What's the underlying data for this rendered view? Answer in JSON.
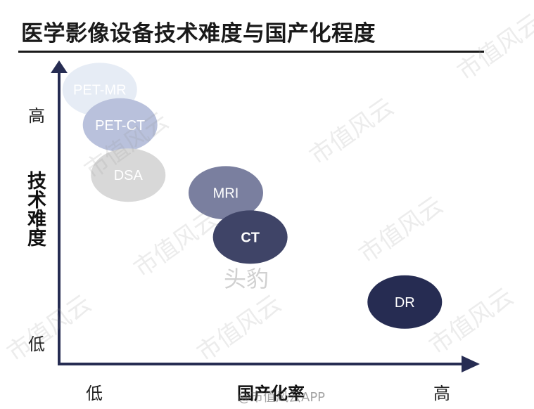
{
  "title": "医学影像设备技术难度与国产化程度",
  "chart_data": {
    "type": "scatter",
    "title": "医学影像设备技术难度与国产化程度",
    "xlabel": "国产化率",
    "ylabel": "技术难度",
    "x_ticks": {
      "low": "低",
      "high": "高"
    },
    "y_ticks": {
      "low": "低",
      "high": "高"
    },
    "xlim": [
      0,
      10
    ],
    "ylim": [
      0,
      10
    ],
    "grid": false,
    "points": [
      {
        "label": "PET-MR",
        "x": 1.0,
        "y": 9.3,
        "color": "#e6ecf5",
        "label_color": "#ffffff"
      },
      {
        "label": "PET-CT",
        "x": 1.5,
        "y": 8.1,
        "color": "#b9c1dc",
        "label_color": "#ffffff"
      },
      {
        "label": "DSA",
        "x": 1.7,
        "y": 6.4,
        "color": "#d8d8d8",
        "label_color": "#ffffff"
      },
      {
        "label": "MRI",
        "x": 4.1,
        "y": 5.8,
        "color": "#7a7f9f",
        "label_color": "#ffffff"
      },
      {
        "label": "CT",
        "x": 4.7,
        "y": 4.3,
        "color": "#3f4467",
        "label_color": "#ffffff"
      },
      {
        "label": "DR",
        "x": 8.5,
        "y": 2.1,
        "color": "#262c52",
        "label_color": "#ffffff"
      }
    ]
  },
  "watermarks": {
    "repeat_text": "市值风云",
    "center_text": "头豹",
    "footer_text": "@市值风云APP"
  },
  "colors": {
    "axis": "#262c52"
  }
}
